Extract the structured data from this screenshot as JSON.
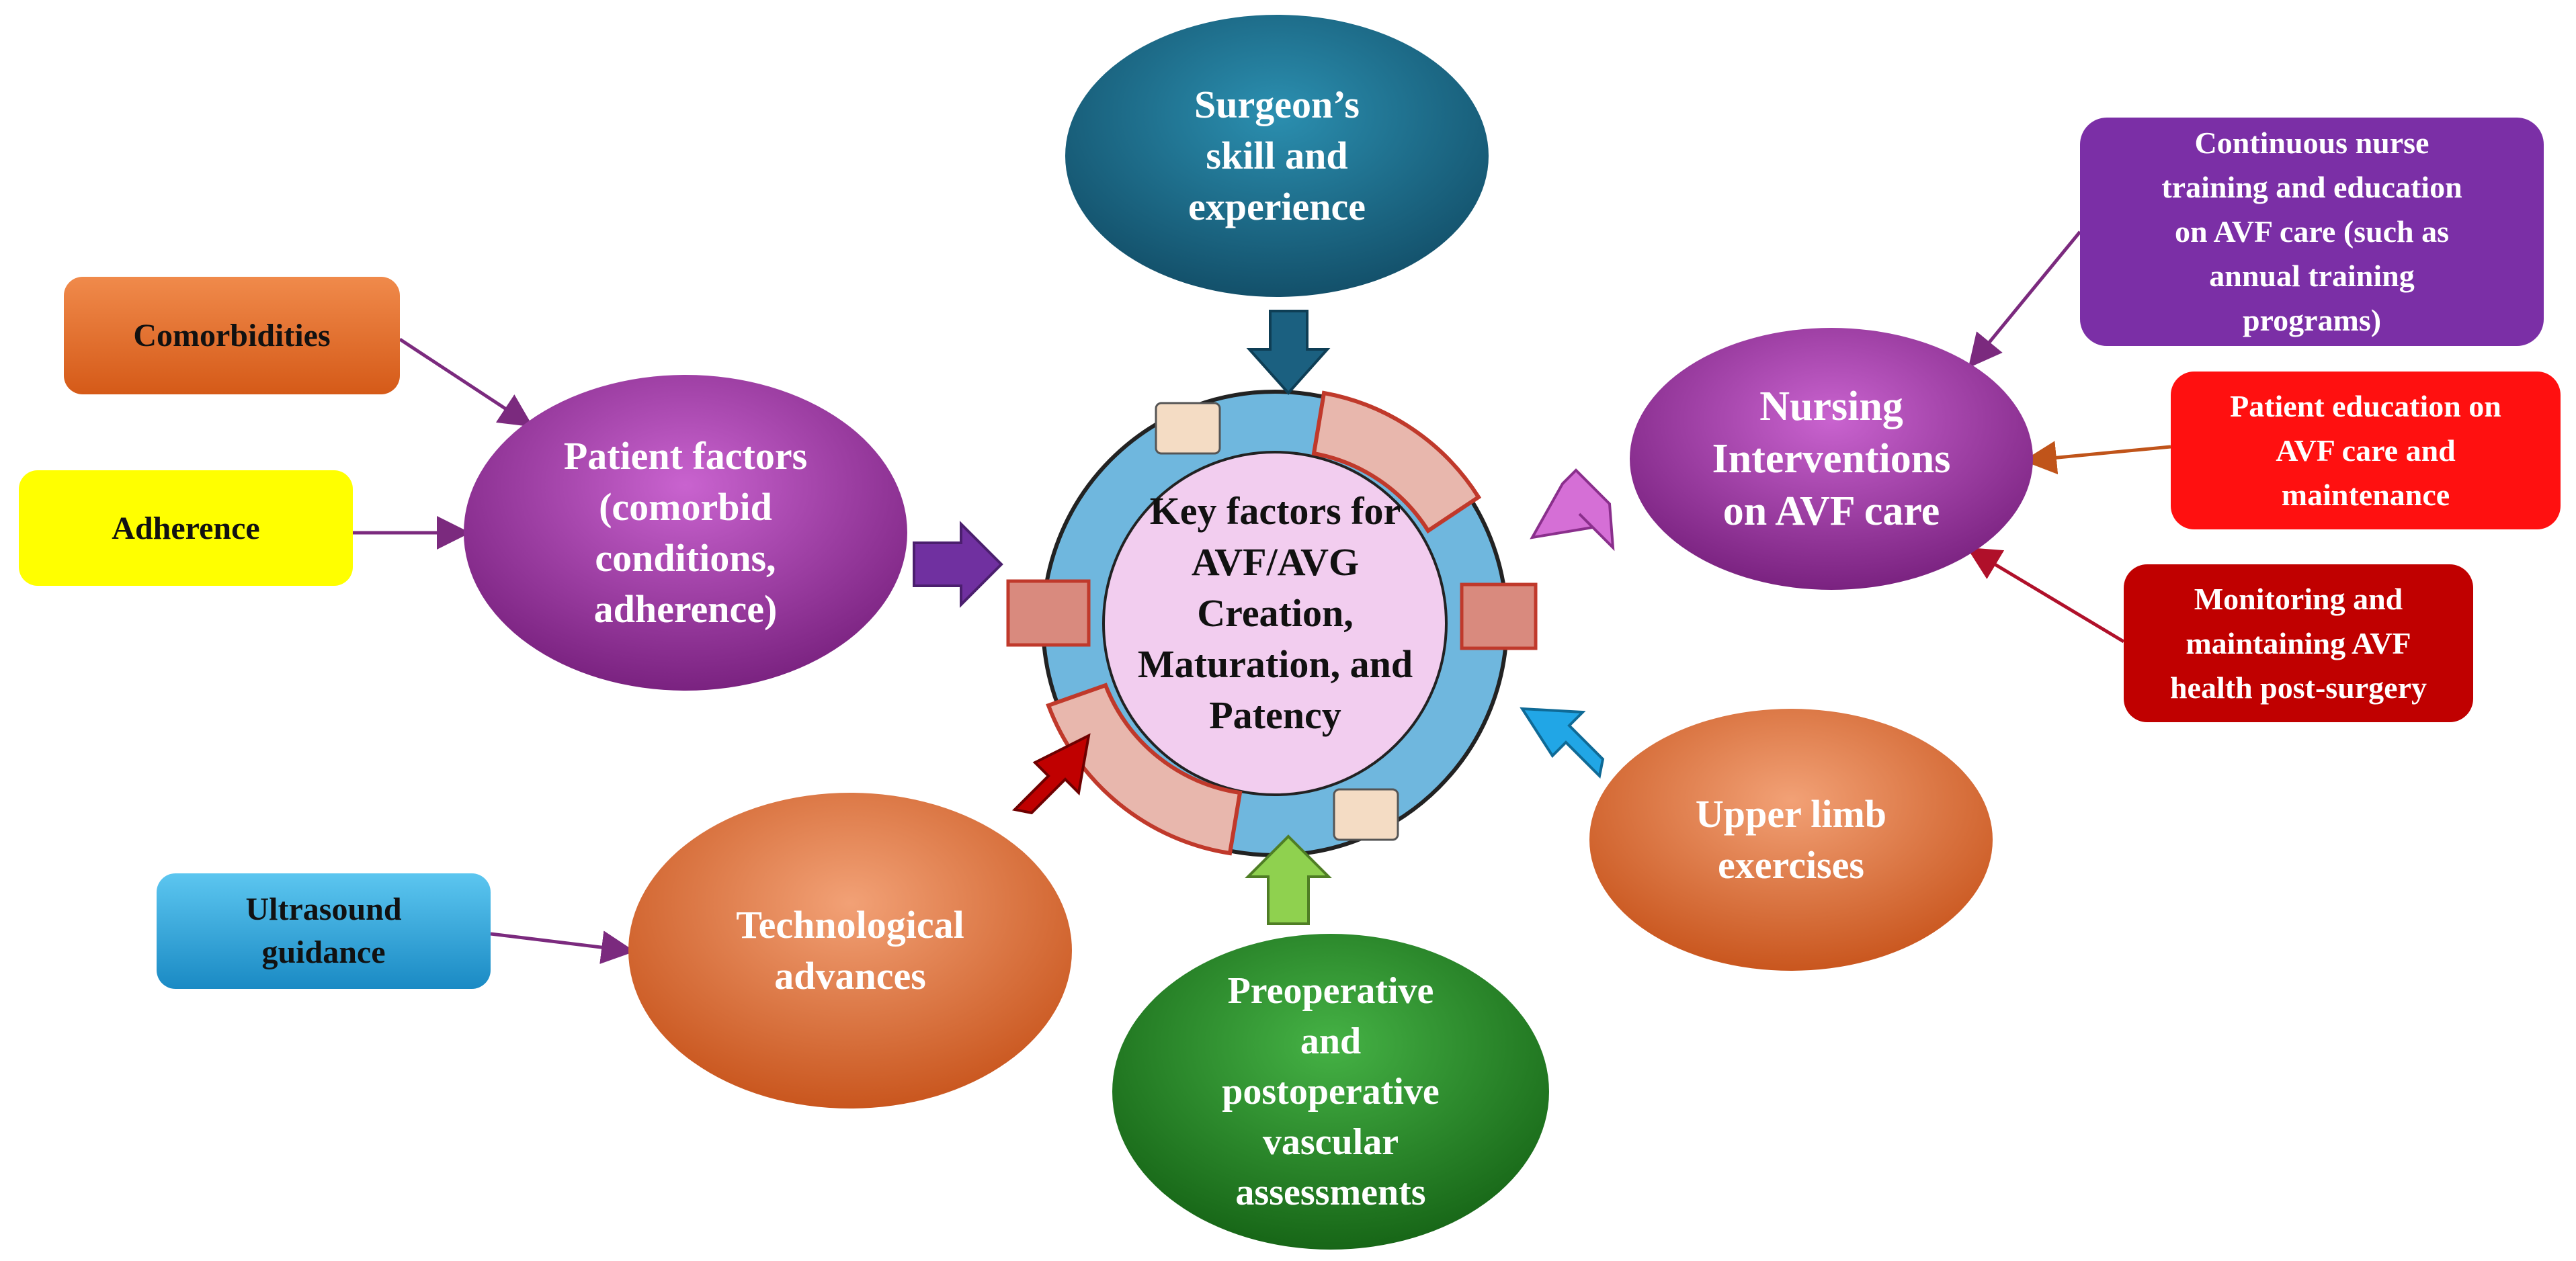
{
  "diagram": {
    "center": {
      "label": "Key factors for\nAVF/AVG\nCreation,\nMaturation, and\nPatency"
    },
    "factors": {
      "surgeon": {
        "label": "Surgeon’s\nskill and\nexperience"
      },
      "patient": {
        "label": "Patient factors\n(comorbid\nconditions,\nadherence)"
      },
      "nursing": {
        "label": "Nursing\nInterventions\non AVF care"
      },
      "technological": {
        "label": "Technological\nadvances"
      },
      "exercises": {
        "label": "Upper limb\nexercises"
      },
      "vascular": {
        "label": "Preoperative\nand\npostoperative\nvascular\nassessments"
      }
    },
    "subfactors": {
      "comorbidities": {
        "label": "Comorbidities"
      },
      "adherence": {
        "label": "Adherence"
      },
      "ultrasound": {
        "label": "Ultrasound\nguidance"
      },
      "nurse_training": {
        "label": "Continuous nurse\ntraining and education\non AVF care (such as\nannual training\nprograms)"
      },
      "patient_education": {
        "label": "Patient education on\nAVF care and\nmaintenance"
      },
      "monitoring": {
        "label": "Monitoring and\nmaintaining AVF\nhealth post-surgery"
      }
    },
    "colors": {
      "surgeon": "#1f6f8b",
      "patient": "#a23fa8",
      "nursing": "#a63aaa",
      "technological": "#e8773a",
      "exercises": "#e8773a",
      "vascular": "#2e8b2e",
      "comorbidities": "#e8702a",
      "adherence": "#ffff00",
      "ultrasound": "#29a3dc",
      "nurse_training": "#7b2fa6",
      "patient_education": "#ff1010",
      "monitoring": "#c00000",
      "center_fill": "#f2cdef",
      "ring": "#6fb7de"
    }
  }
}
